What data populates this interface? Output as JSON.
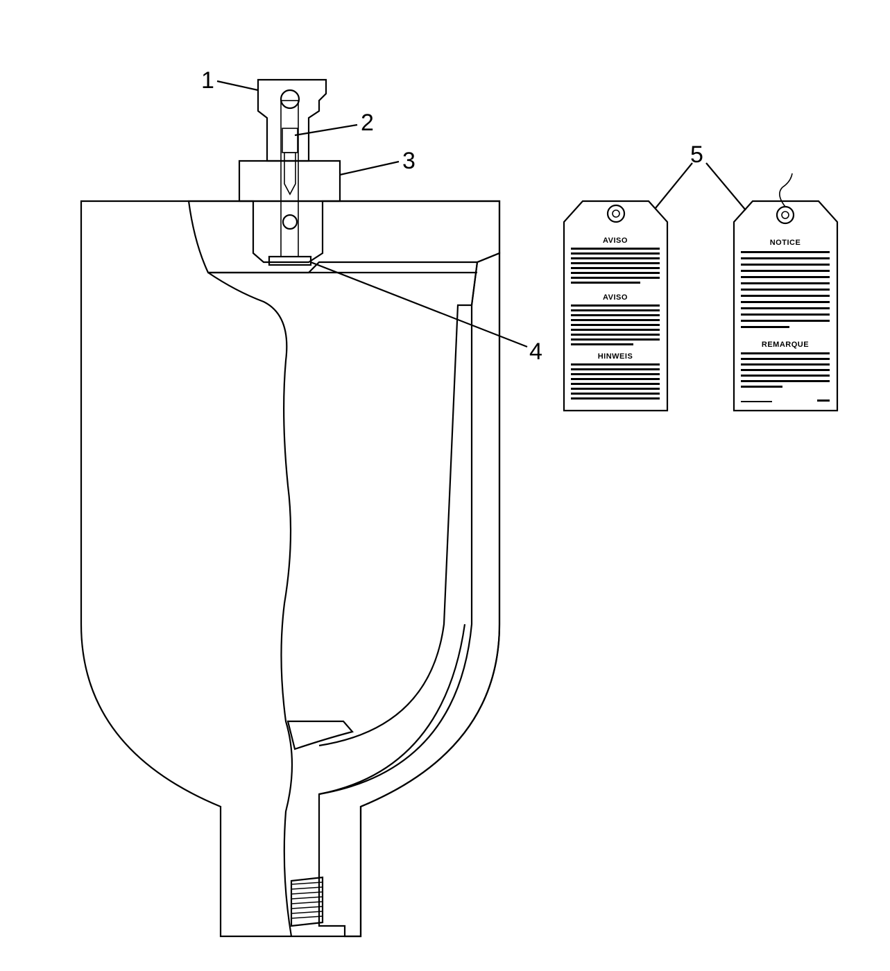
{
  "diagram": {
    "callouts": [
      {
        "id": "1",
        "text": "1"
      },
      {
        "id": "2",
        "text": "2"
      },
      {
        "id": "3",
        "text": "3"
      },
      {
        "id": "4",
        "text": "4"
      },
      {
        "id": "5",
        "text": "5"
      }
    ],
    "tags": {
      "left": {
        "headings": [
          "AVISO",
          "AVISO",
          "HINWEIS"
        ]
      },
      "right": {
        "headings": [
          "NOTICE",
          "REMARQUE"
        ]
      }
    }
  }
}
